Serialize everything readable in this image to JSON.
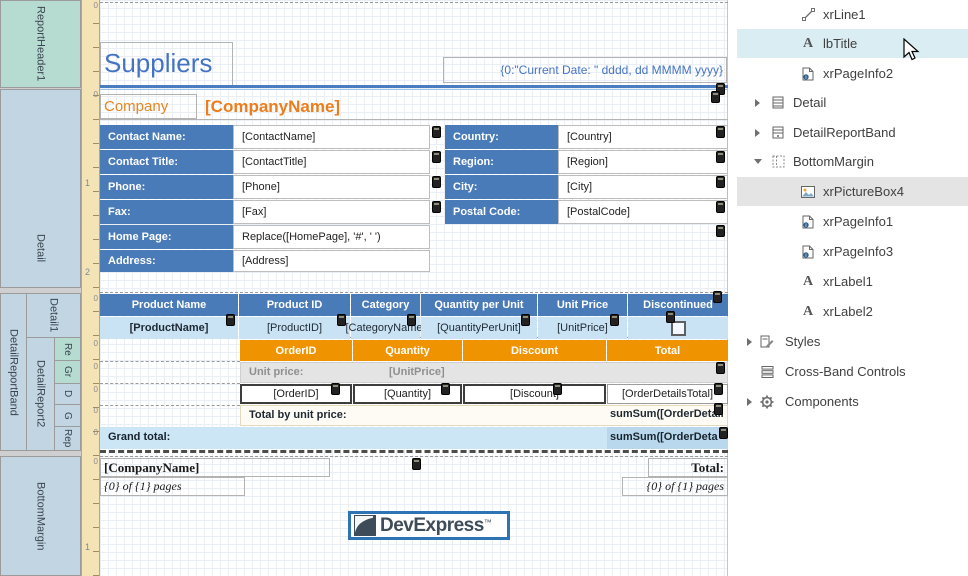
{
  "colors": {
    "accent_blue": "#4472c4",
    "table_header_blue": "#4a7bb9",
    "row_light_blue": "#c9e3f5",
    "orange_header": "#f09300",
    "company_orange": "#e8831d",
    "band_teal": "#b6dcd1",
    "band_blue": "#c2d5e2",
    "ruler_tan": "#f4e3b5",
    "grand_total_blue": "#cde6f6",
    "tree_selection_blue": "#d9edf2",
    "tree_selection_gray": "#e4e4e4"
  },
  "bands": {
    "report_header": "ReportHeader1",
    "detail": "Detail",
    "detail_report_band": "DetailReportBand",
    "detail1": "Detail1",
    "detail_report2": "DetailReport2",
    "sub1": "Re",
    "sub2": "Gr",
    "sub3": "D",
    "sub4": "G",
    "sub5": "Rep",
    "bottom_margin": "BottomMargin"
  },
  "ruler": {
    "zero": "0",
    "one": "1",
    "two": "2"
  },
  "header_band": {
    "title": "Suppliers",
    "date_expression": "{0:\"Current Date: \" dddd, dd MMMM yyyy}"
  },
  "company": {
    "label": "Company",
    "field": "[CompanyName]"
  },
  "contact_table": {
    "rows": [
      {
        "label": "Contact Name:",
        "value": "[ContactName]"
      },
      {
        "label": "Contact Title:",
        "value": "[ContactTitle]"
      },
      {
        "label": "Phone:",
        "value": "[Phone]"
      },
      {
        "label": "Fax:",
        "value": "[Fax]"
      },
      {
        "label": "Home Page:",
        "value": "Replace([HomePage], '#', ' ')"
      },
      {
        "label": "Address:",
        "value": "[Address]"
      }
    ]
  },
  "address_table": {
    "rows": [
      {
        "label": "Country:",
        "value": "[Country]"
      },
      {
        "label": "Region:",
        "value": "[Region]"
      },
      {
        "label": "City:",
        "value": "[City]"
      },
      {
        "label": "Postal Code:",
        "value": "[PostalCode]"
      }
    ]
  },
  "product_table": {
    "headers": [
      "Product Name",
      "Product ID",
      "Category",
      "Quantity per Unit",
      "Unit Price",
      "Discontinued"
    ],
    "values": [
      "[ProductName]",
      "[ProductID]",
      "[CategoryName]",
      "[QuantityPerUnit]",
      "[UnitPrice]"
    ]
  },
  "order_table": {
    "headers": [
      "OrderID",
      "Quantity",
      "Discount",
      "Total"
    ],
    "unit_price_label": "Unit price:",
    "unit_price_value": "[UnitPrice]",
    "values": [
      "[OrderID]",
      "[Quantity]",
      "[Discount]",
      "[OrderDetailsTotal]"
    ],
    "total_label": "Total by unit price:",
    "total_value": "sumSum([OrderDetail",
    "grand_total_label": "Grand total:",
    "grand_total_value": "sumSum([OrderDeta"
  },
  "footer_band": {
    "company": "[CompanyName]",
    "total": "Total:",
    "pages_left": "{0} of {1} pages",
    "pages_right": "{0} of {1} pages"
  },
  "logo": {
    "text": "DevExpress",
    "tm": "™"
  },
  "tree": {
    "items": [
      {
        "label": "xrLine1"
      },
      {
        "label": "lbTitle"
      },
      {
        "label": "xrPageInfo2"
      },
      {
        "label": "Detail"
      },
      {
        "label": "DetailReportBand"
      },
      {
        "label": "BottomMargin"
      },
      {
        "label": "xrPictureBox4"
      },
      {
        "label": "xrPageInfo1"
      },
      {
        "label": "xrPageInfo3"
      },
      {
        "label": "xrLabel1"
      },
      {
        "label": "xrLabel2"
      },
      {
        "label": "Styles"
      },
      {
        "label": "Cross-Band Controls"
      },
      {
        "label": "Components"
      }
    ]
  }
}
